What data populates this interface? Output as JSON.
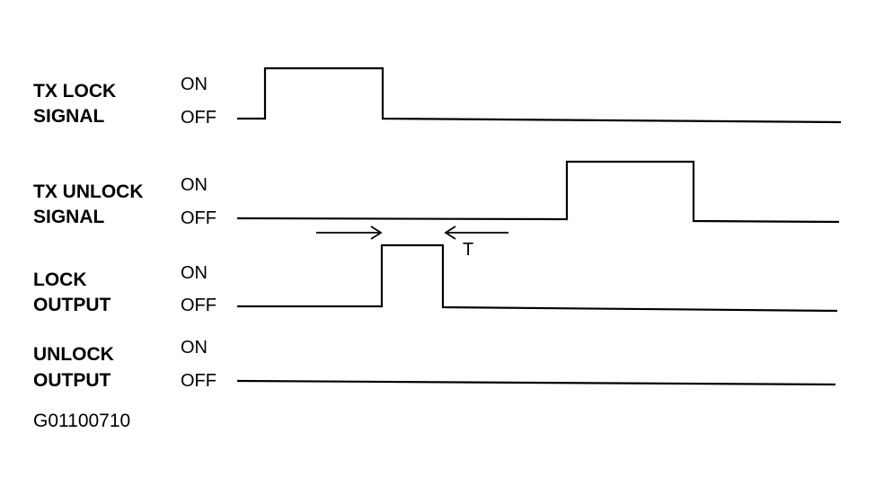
{
  "signals": [
    {
      "id": "tx-lock",
      "label_line1": "TX LOCK",
      "label_line2": "SIGNAL",
      "on_label": "ON",
      "off_label": "OFF"
    },
    {
      "id": "tx-unlock",
      "label_line1": "TX UNLOCK",
      "label_line2": "SIGNAL",
      "on_label": "ON",
      "off_label": "OFF"
    },
    {
      "id": "lock-output",
      "label_line1": "LOCK",
      "label_line2": "OUTPUT",
      "on_label": "ON",
      "off_label": "OFF"
    },
    {
      "id": "unlock-output",
      "label_line1": "UNLOCK",
      "label_line2": "OUTPUT",
      "on_label": "ON",
      "off_label": "OFF"
    }
  ],
  "interval_label": "T",
  "figure_code": "G01100710"
}
